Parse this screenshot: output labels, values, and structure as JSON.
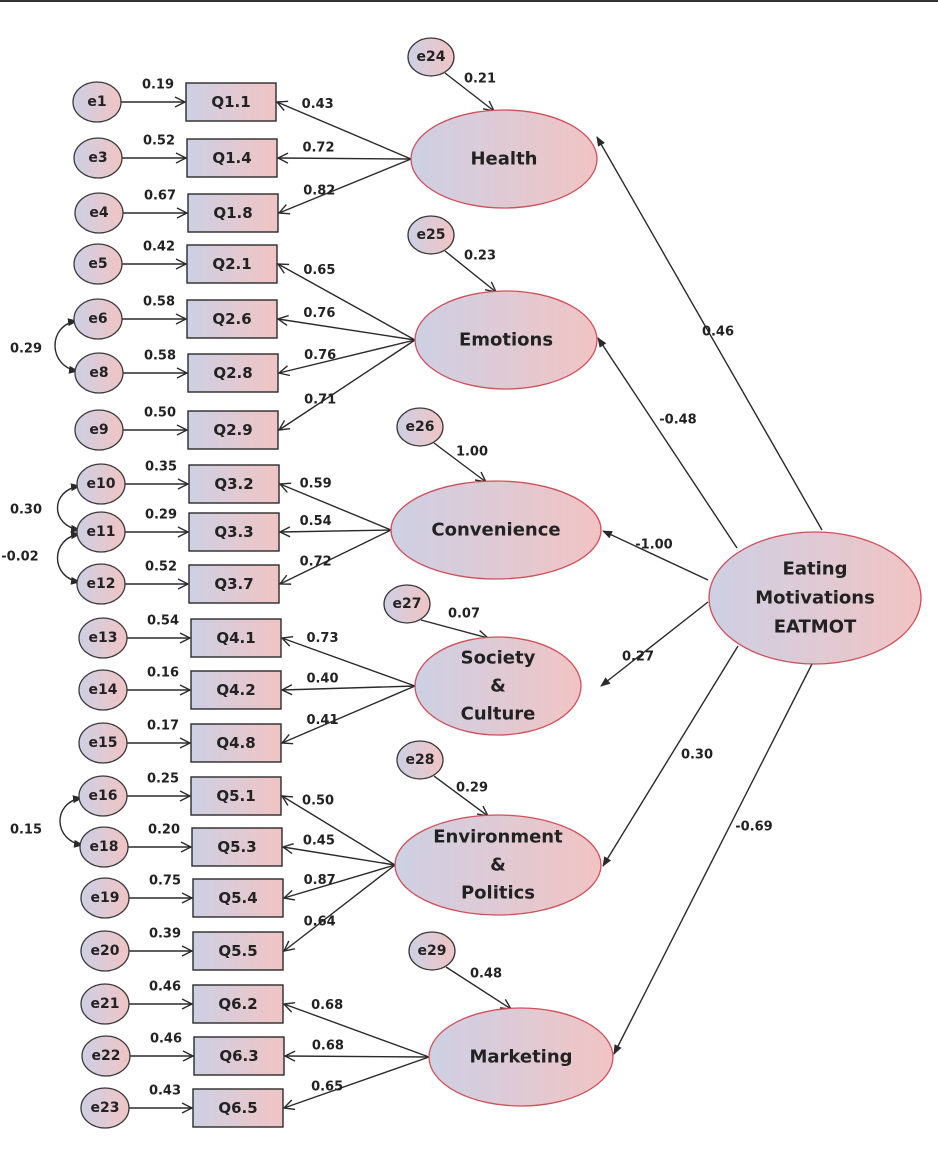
{
  "diagram": {
    "type": "structural equation model (confirmatory factor analysis path diagram)",
    "second_order_factor": {
      "id": "EATMOT",
      "lines": [
        "Eating",
        "Motivations",
        "EATMOT"
      ]
    },
    "factors": [
      {
        "id": "health",
        "lines": [
          "Health"
        ],
        "error": "e24",
        "error_value": "0.21",
        "path_from_eatmot": "0.46",
        "indicators": [
          {
            "item": "Q1.1",
            "error": "e1",
            "error_value": "0.19",
            "loading": "0.43"
          },
          {
            "item": "Q1.4",
            "error": "e3",
            "error_value": "0.52",
            "loading": "0.72"
          },
          {
            "item": "Q1.8",
            "error": "e4",
            "error_value": "0.67",
            "loading": "0.82"
          }
        ]
      },
      {
        "id": "emotions",
        "lines": [
          "Emotions"
        ],
        "error": "e25",
        "error_value": "0.23",
        "path_from_eatmot": "-0.48",
        "indicators": [
          {
            "item": "Q2.1",
            "error": "e5",
            "error_value": "0.42",
            "loading": "0.65"
          },
          {
            "item": "Q2.6",
            "error": "e6",
            "error_value": "0.58",
            "loading": "0.76"
          },
          {
            "item": "Q2.8",
            "error": "e8",
            "error_value": "0.58",
            "loading": "0.76"
          },
          {
            "item": "Q2.9",
            "error": "e9",
            "error_value": "0.50",
            "loading": "0.71"
          }
        ]
      },
      {
        "id": "convenience",
        "lines": [
          "Convenience"
        ],
        "error": "e26",
        "error_value": "1.00",
        "path_from_eatmot": "-1.00",
        "indicators": [
          {
            "item": "Q3.2",
            "error": "e10",
            "error_value": "0.35",
            "loading": "0.59"
          },
          {
            "item": "Q3.3",
            "error": "e11",
            "error_value": "0.29",
            "loading": "0.54"
          },
          {
            "item": "Q3.7",
            "error": "e12",
            "error_value": "0.52",
            "loading": "0.72"
          }
        ]
      },
      {
        "id": "society",
        "lines": [
          "Society",
          "&",
          "Culture"
        ],
        "error": "e27",
        "error_value": "0.07",
        "path_from_eatmot": "0.27",
        "indicators": [
          {
            "item": "Q4.1",
            "error": "e13",
            "error_value": "0.54",
            "loading": "0.73"
          },
          {
            "item": "Q4.2",
            "error": "e14",
            "error_value": "0.16",
            "loading": "0.40"
          },
          {
            "item": "Q4.8",
            "error": "e15",
            "error_value": "0.17",
            "loading": "0.41"
          }
        ]
      },
      {
        "id": "environment",
        "lines": [
          "Environment",
          "&",
          "Politics"
        ],
        "error": "e28",
        "error_value": "0.29",
        "path_from_eatmot": "0.30",
        "indicators": [
          {
            "item": "Q5.1",
            "error": "e16",
            "error_value": "0.25",
            "loading": "0.50"
          },
          {
            "item": "Q5.3",
            "error": "e18",
            "error_value": "0.20",
            "loading": "0.45"
          },
          {
            "item": "Q5.4",
            "error": "e19",
            "error_value": "0.75",
            "loading": "0.87"
          },
          {
            "item": "Q5.5",
            "error": "e20",
            "error_value": "0.39",
            "loading": "0.64"
          }
        ]
      },
      {
        "id": "marketing",
        "lines": [
          "Marketing"
        ],
        "error": "e29",
        "error_value": "0.48",
        "path_from_eatmot": "-0.69",
        "indicators": [
          {
            "item": "Q6.2",
            "error": "e21",
            "error_value": "0.46",
            "loading": "0.68"
          },
          {
            "item": "Q6.3",
            "error": "e22",
            "error_value": "0.46",
            "loading": "0.68"
          },
          {
            "item": "Q6.5",
            "error": "e23",
            "error_value": "0.43",
            "loading": "0.65"
          }
        ]
      }
    ],
    "error_covariances": [
      {
        "from": "e6",
        "to": "e8",
        "value": "0.29"
      },
      {
        "from": "e10",
        "to": "e11",
        "value": "0.30"
      },
      {
        "from": "e11",
        "to": "e12",
        "value": "-0.02"
      },
      {
        "from": "e16",
        "to": "e18",
        "value": "0.15"
      }
    ],
    "colors": {
      "fill_left": "#cdd0e4",
      "fill_right": "#f1c4c4",
      "latent_border": "#d0505a",
      "line": "#2a2a2a",
      "text": "#222222"
    }
  }
}
